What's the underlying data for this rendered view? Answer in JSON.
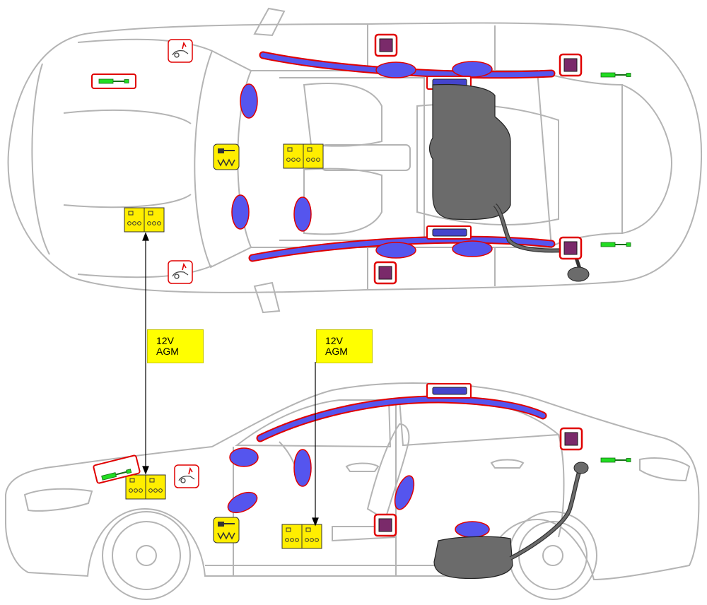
{
  "labels": [
    {
      "line1": "12V",
      "line2": "AGM"
    },
    {
      "line1": "12V",
      "line2": "AGM"
    }
  ],
  "legend_colors": {
    "airbag": "#5555ee",
    "curtain_airbag": "#4444dd",
    "gas_generator": "#4444cc",
    "sensor": "#7a2a6a",
    "highlight_frame": "#e00000",
    "battery": "#ffee00",
    "fuel_tank": "#6b6b6b",
    "gas_strut": "#22dd22",
    "outline": "#b4b4b4"
  },
  "icons": [
    "pedestrian-protection-icon",
    "gas-strut-icon",
    "battery-icon",
    "belt-tensioner-icon",
    "satellite-sensor-icon",
    "airbag-icon",
    "fuel-tank-icon"
  ]
}
